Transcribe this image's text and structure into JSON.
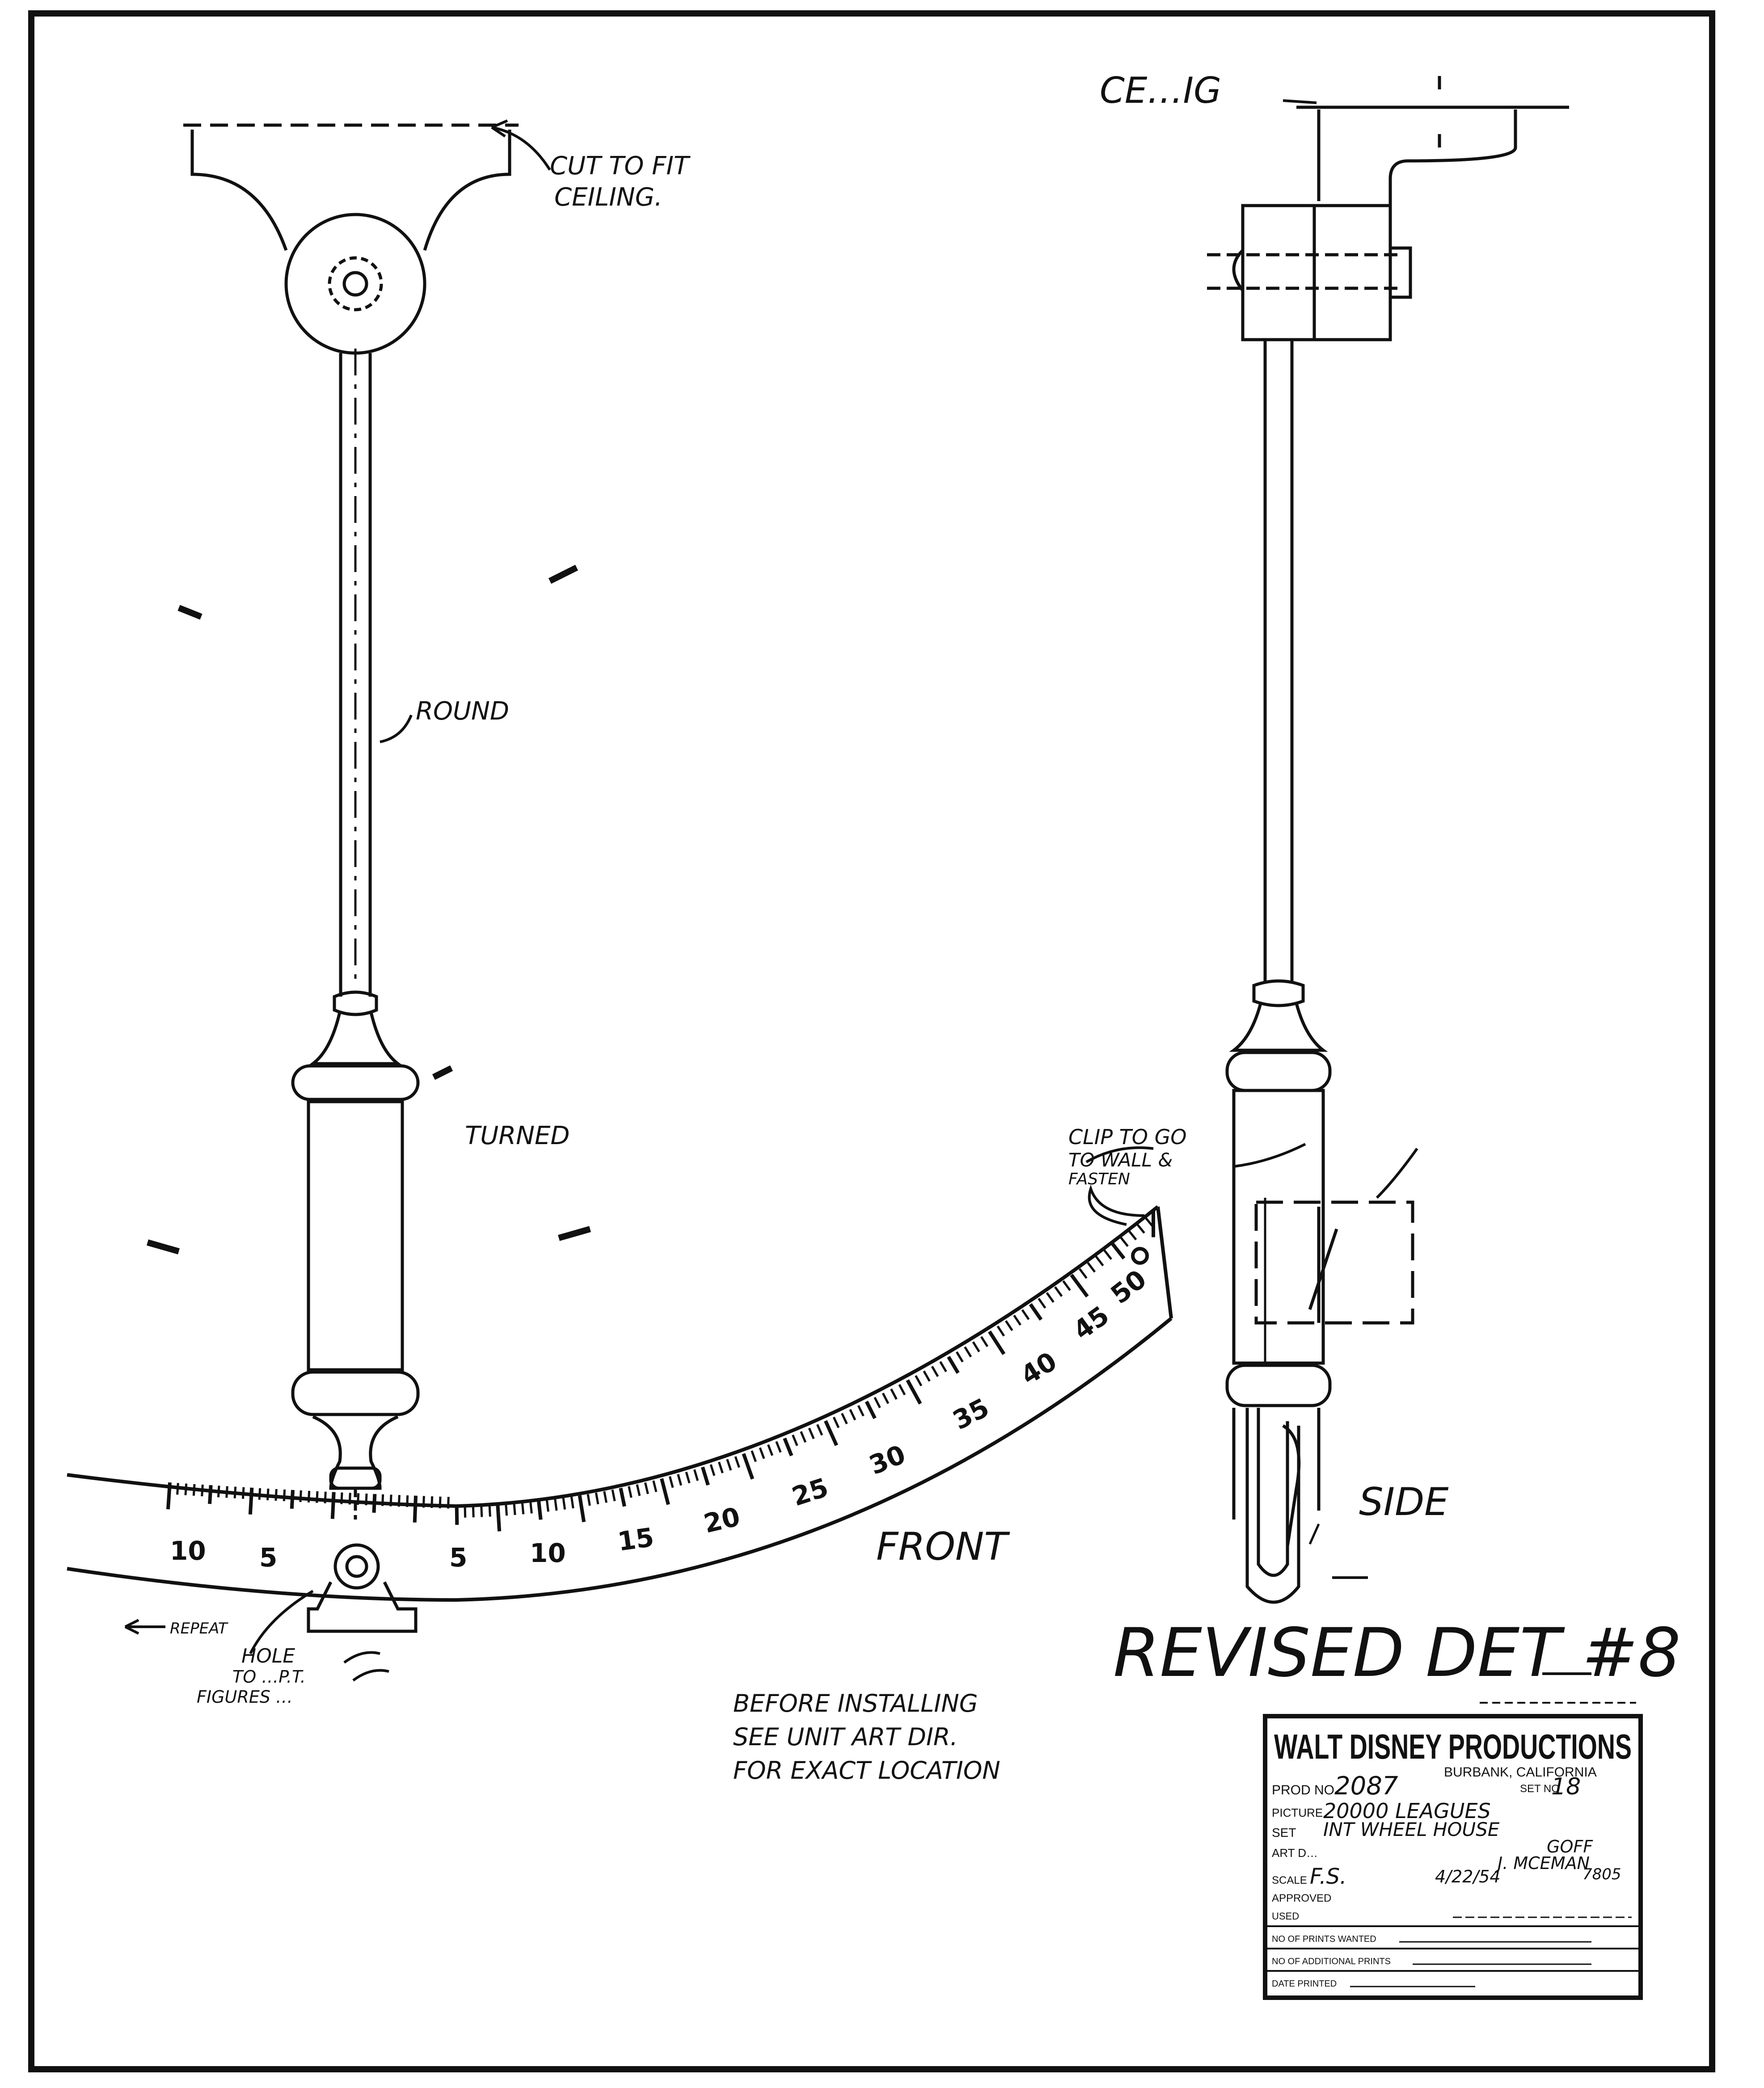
{
  "labels": {
    "ceiling_side": "CE…IG",
    "cut_to_fit": "CUT TO FIT",
    "ceiling_front": "CEILING.",
    "round": "ROUND",
    "turned": "TURNED",
    "clip_line1": "CLIP TO GO",
    "clip_line2": "TO WALL &",
    "clip_line3": "FASTEN",
    "front": "FRONT",
    "side": "SIDE",
    "repeat": "REPEAT",
    "hole_line1": "HOLE",
    "hole_line2": "TO …P.T.",
    "hole_line3": "FIGURES …",
    "before_line1": "BEFORE INSTALLING",
    "before_line2": "SEE UNIT ART DIR.",
    "before_line3": "FOR EXACT LOCATION",
    "revised": "REVISED DET #8"
  },
  "scale": {
    "left_labels": [
      "10",
      "5"
    ],
    "right_labels": [
      "5",
      "10",
      "15",
      "20",
      "25",
      "30",
      "35",
      "40",
      "45",
      "50"
    ]
  },
  "title_block": {
    "company": "WALT DISNEY PRODUCTIONS",
    "city": "BURBANK, CALIFORNIA",
    "prod_label": "PROD NO.",
    "prod_no": "2087",
    "set_no_label": "SET NO",
    "set_no": "18",
    "picture_label": "PICTURE",
    "picture": "20000 LEAGUES",
    "set_label": "SET",
    "set": "INT WHEEL HOUSE",
    "art_dir_label": "ART D…",
    "art_dir": "GOFF",
    "drawn_by": "J. MCEMAN",
    "scale_label": "SCALE",
    "scale": "F.S.",
    "date": "4/22/54",
    "stamp_no": "7805",
    "approved_label": "APPROVED",
    "used_label": "USED",
    "prints_label": "NO OF PRINTS WANTED",
    "addl_prints_label": "NO OF ADDITIONAL PRINTS",
    "date_printed_label": "DATE PRINTED"
  }
}
